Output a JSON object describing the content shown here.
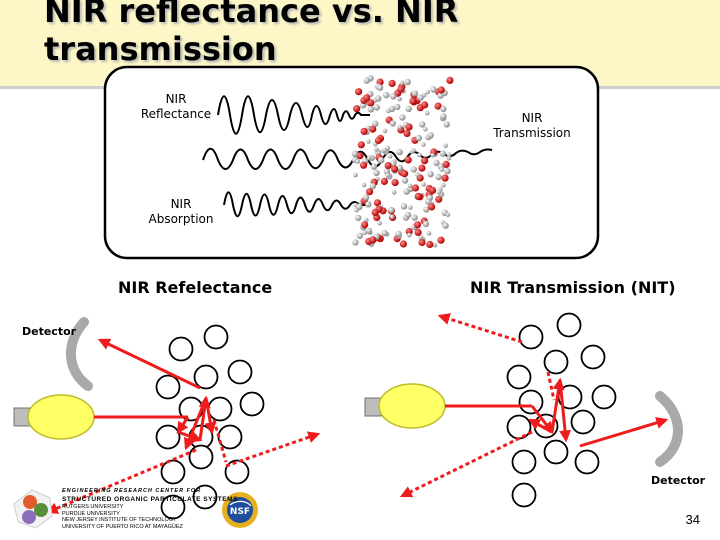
{
  "slide": {
    "title": "NIR reflectance vs. NIR transmission",
    "page_number": "34"
  },
  "top_diagram": {
    "reflectance_label": "NIR\nReflectance",
    "transmission_label": "NIR\nTransmission",
    "absorption_label": "NIR\nAbsorption"
  },
  "left_panel": {
    "title": "NIR Refelectance",
    "detector_label": "Detector"
  },
  "right_panel": {
    "title": "NIR Transmission (NIT)",
    "detector_label": "Detector"
  },
  "footer": {
    "center_line": "ENGINEERING RESEARCH CENTER FOR",
    "center_name": "STRUCTURED ORGANIC PARTICULATE SYSTEMS",
    "universities": [
      "RUTGERS UNIVERSITY",
      "PURDUE UNIVERSITY",
      "NEW JERSEY INSTITUTE OF TECHNOLOGY",
      "UNIVERSITY OF PUERTO RICO AT MAYAGÜEZ"
    ],
    "nsf_logo_text": "NSF"
  },
  "colors": {
    "title_band": "#fdf6c6",
    "arrow": "#ee1c1c",
    "lamp_bulb": "#ffff66",
    "detector": "#a9a9a9"
  }
}
